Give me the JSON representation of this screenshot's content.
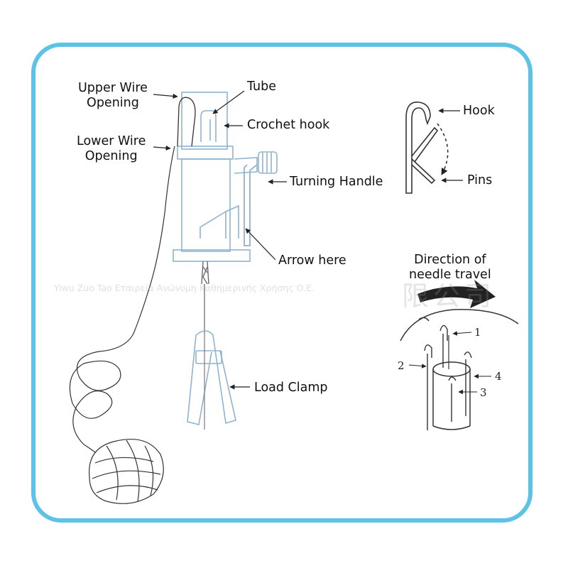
{
  "labels": {
    "upper_wire_opening": [
      "Upper Wire",
      "Opening"
    ],
    "lower_wire_opening": [
      "Lower Wire",
      "Opening"
    ],
    "tube": "Tube",
    "crochet_hook": "Crochet hook",
    "turning_handle": "Turning Handle",
    "arrow_here": "Arrow here",
    "load_clamp": "Load Clamp",
    "hook": "Hook",
    "pins": "Pins",
    "direction": [
      "Direction of",
      "needle travel"
    ]
  },
  "needle_numbers": [
    "1",
    "2",
    "3",
    "4"
  ],
  "watermark": {
    "text": "Yiwu Zuo Tao Εταιρεία Ανώνυμη Καθημερινής Χρήσης Ο.Ε.",
    "cjk": "限公司"
  },
  "colors": {
    "frame": "#5cc3e6",
    "machine_line": "#8fb3cf",
    "ink": "#111111"
  }
}
